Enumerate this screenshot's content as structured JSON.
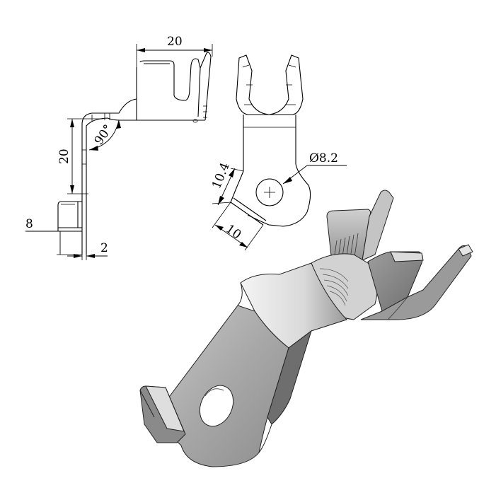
{
  "dimensions": {
    "side_width": "20",
    "side_height": "20",
    "bend_angle": "90°",
    "lug_height": "8",
    "thickness": "2",
    "hole_diameter": "Ø8.2",
    "front_width": "10.4",
    "front_bottom": "10"
  },
  "colors": {
    "line": "#000000",
    "background": "#ffffff",
    "metal_light": "#e6e6e6",
    "metal_mid": "#bdbdbd",
    "metal_dark": "#7a7a7a",
    "edge": "#222222"
  }
}
